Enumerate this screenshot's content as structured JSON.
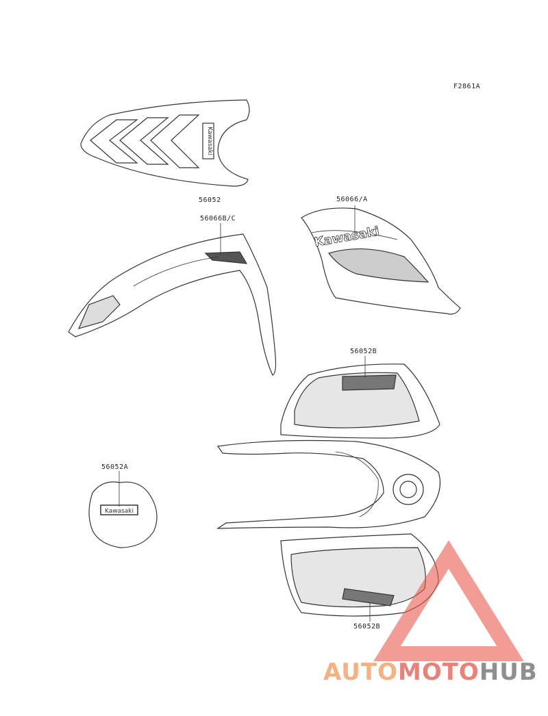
{
  "figure_code": "F2861A",
  "callouts": {
    "front_fender_decal": "56052",
    "front_fender_bc": "56066B/C",
    "side_cover": "56066/A",
    "rear_fender_top": "56052B",
    "engine_cover": "56052A",
    "rear_fender_bottom": "56052B"
  },
  "decal_text": {
    "front_fender": "Kawasaki",
    "side_cover": "Kawasaki",
    "engine_cover": "Kawasaki"
  },
  "watermark": {
    "part1": "AUTO",
    "part2": "MOTO",
    "part3": "HUB",
    "colors": {
      "light": "#f4b183",
      "mid": "#e8837a",
      "dark": "#8f8f8f",
      "triangle": "#e85a4f"
    }
  }
}
